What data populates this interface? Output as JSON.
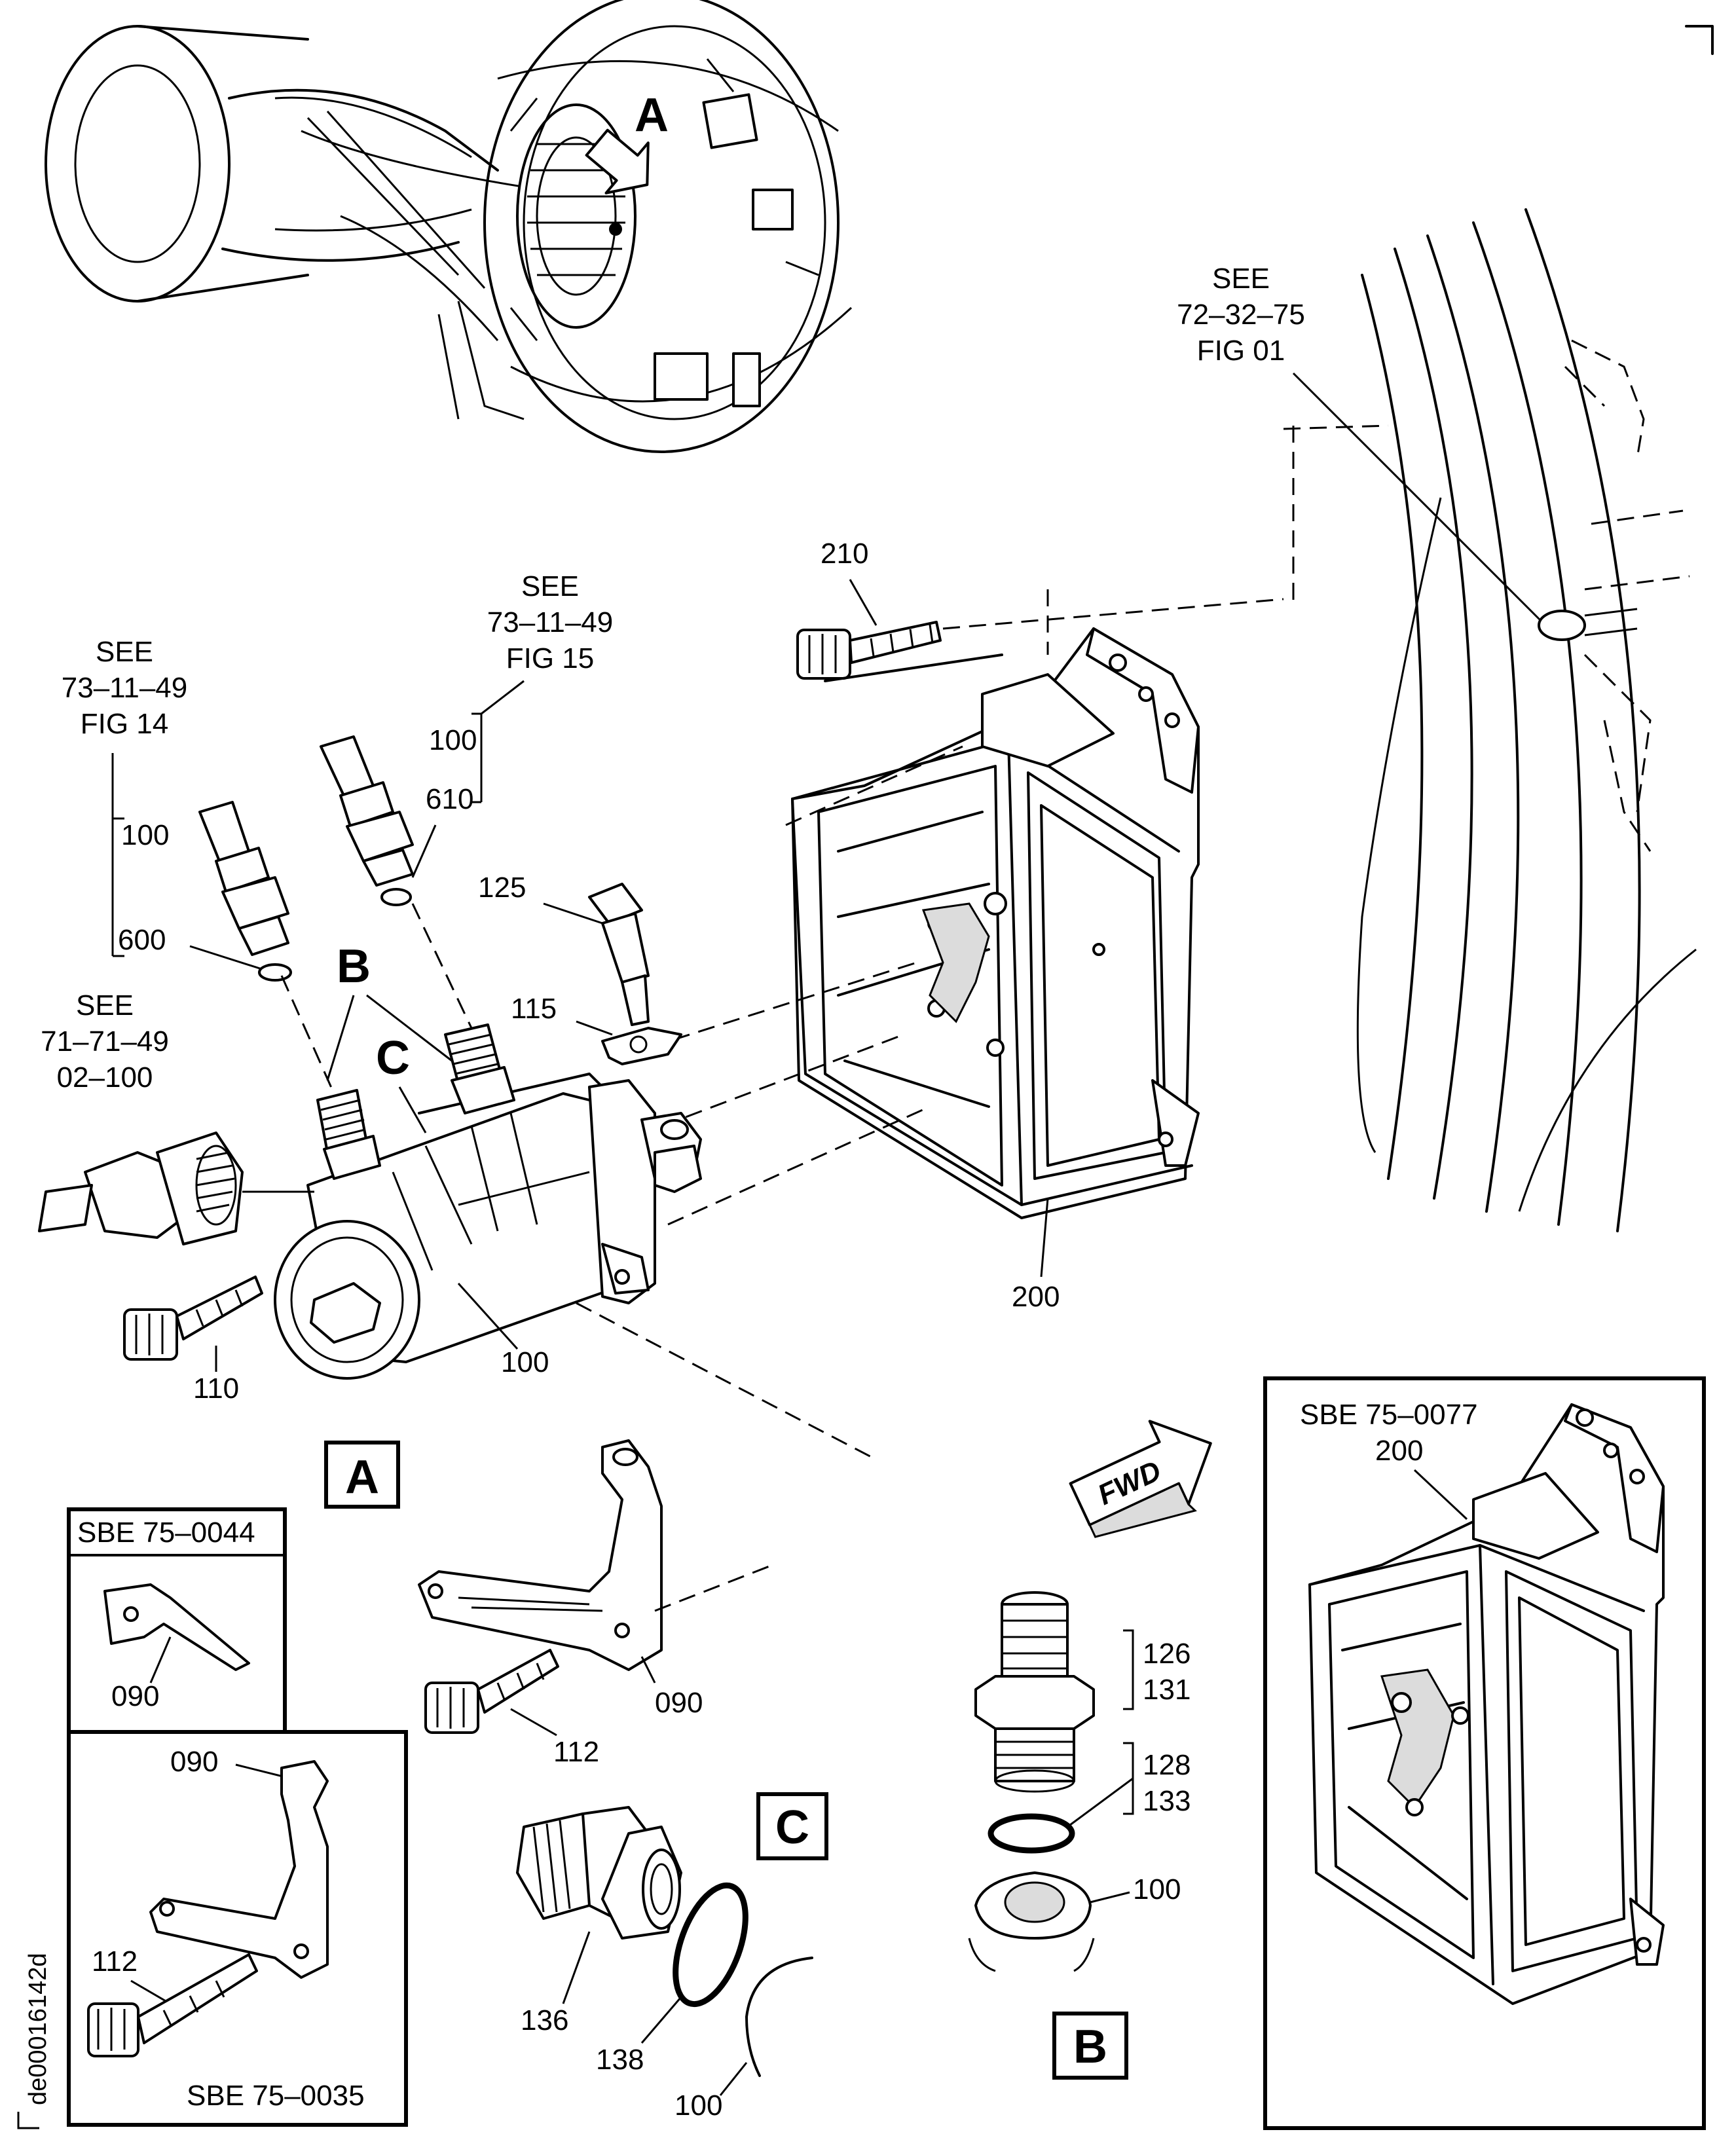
{
  "view_labels": {
    "A": "A",
    "B": "B",
    "C": "C"
  },
  "references": {
    "fig14": [
      "SEE",
      "73–11–49",
      "FIG 14"
    ],
    "fig15": [
      "SEE",
      "73–11–49",
      "FIG 15"
    ],
    "ref71": [
      "SEE",
      "71–71–49",
      "02–100"
    ],
    "ref72": [
      "SEE",
      "72–32–75",
      "FIG 01"
    ]
  },
  "item_numbers": {
    "i210": "210",
    "i100_fig15": "100",
    "i610": "610",
    "i100_fig14": "100",
    "i600": "600",
    "i125": "125",
    "i115": "115",
    "i200": "200",
    "i110": "110",
    "i100_main": "100",
    "i090_main": "090",
    "i112_main": "112",
    "i126": "126",
    "i131": "131",
    "i128": "128",
    "i133": "133",
    "i100_b": "100",
    "i136": "136",
    "i138": "138",
    "i100_c": "100",
    "i090_sbe44": "090",
    "i090_sbe35": "090",
    "i112_sbe35": "112",
    "i200_sbe77": "200"
  },
  "service_bulletins": {
    "sbe44": "SBE 75–0044",
    "sbe35": "SBE 75–0035",
    "sbe77": "SBE 75–0077"
  },
  "fwd_arrow": "FWD",
  "drawing_id": "de00016142d"
}
